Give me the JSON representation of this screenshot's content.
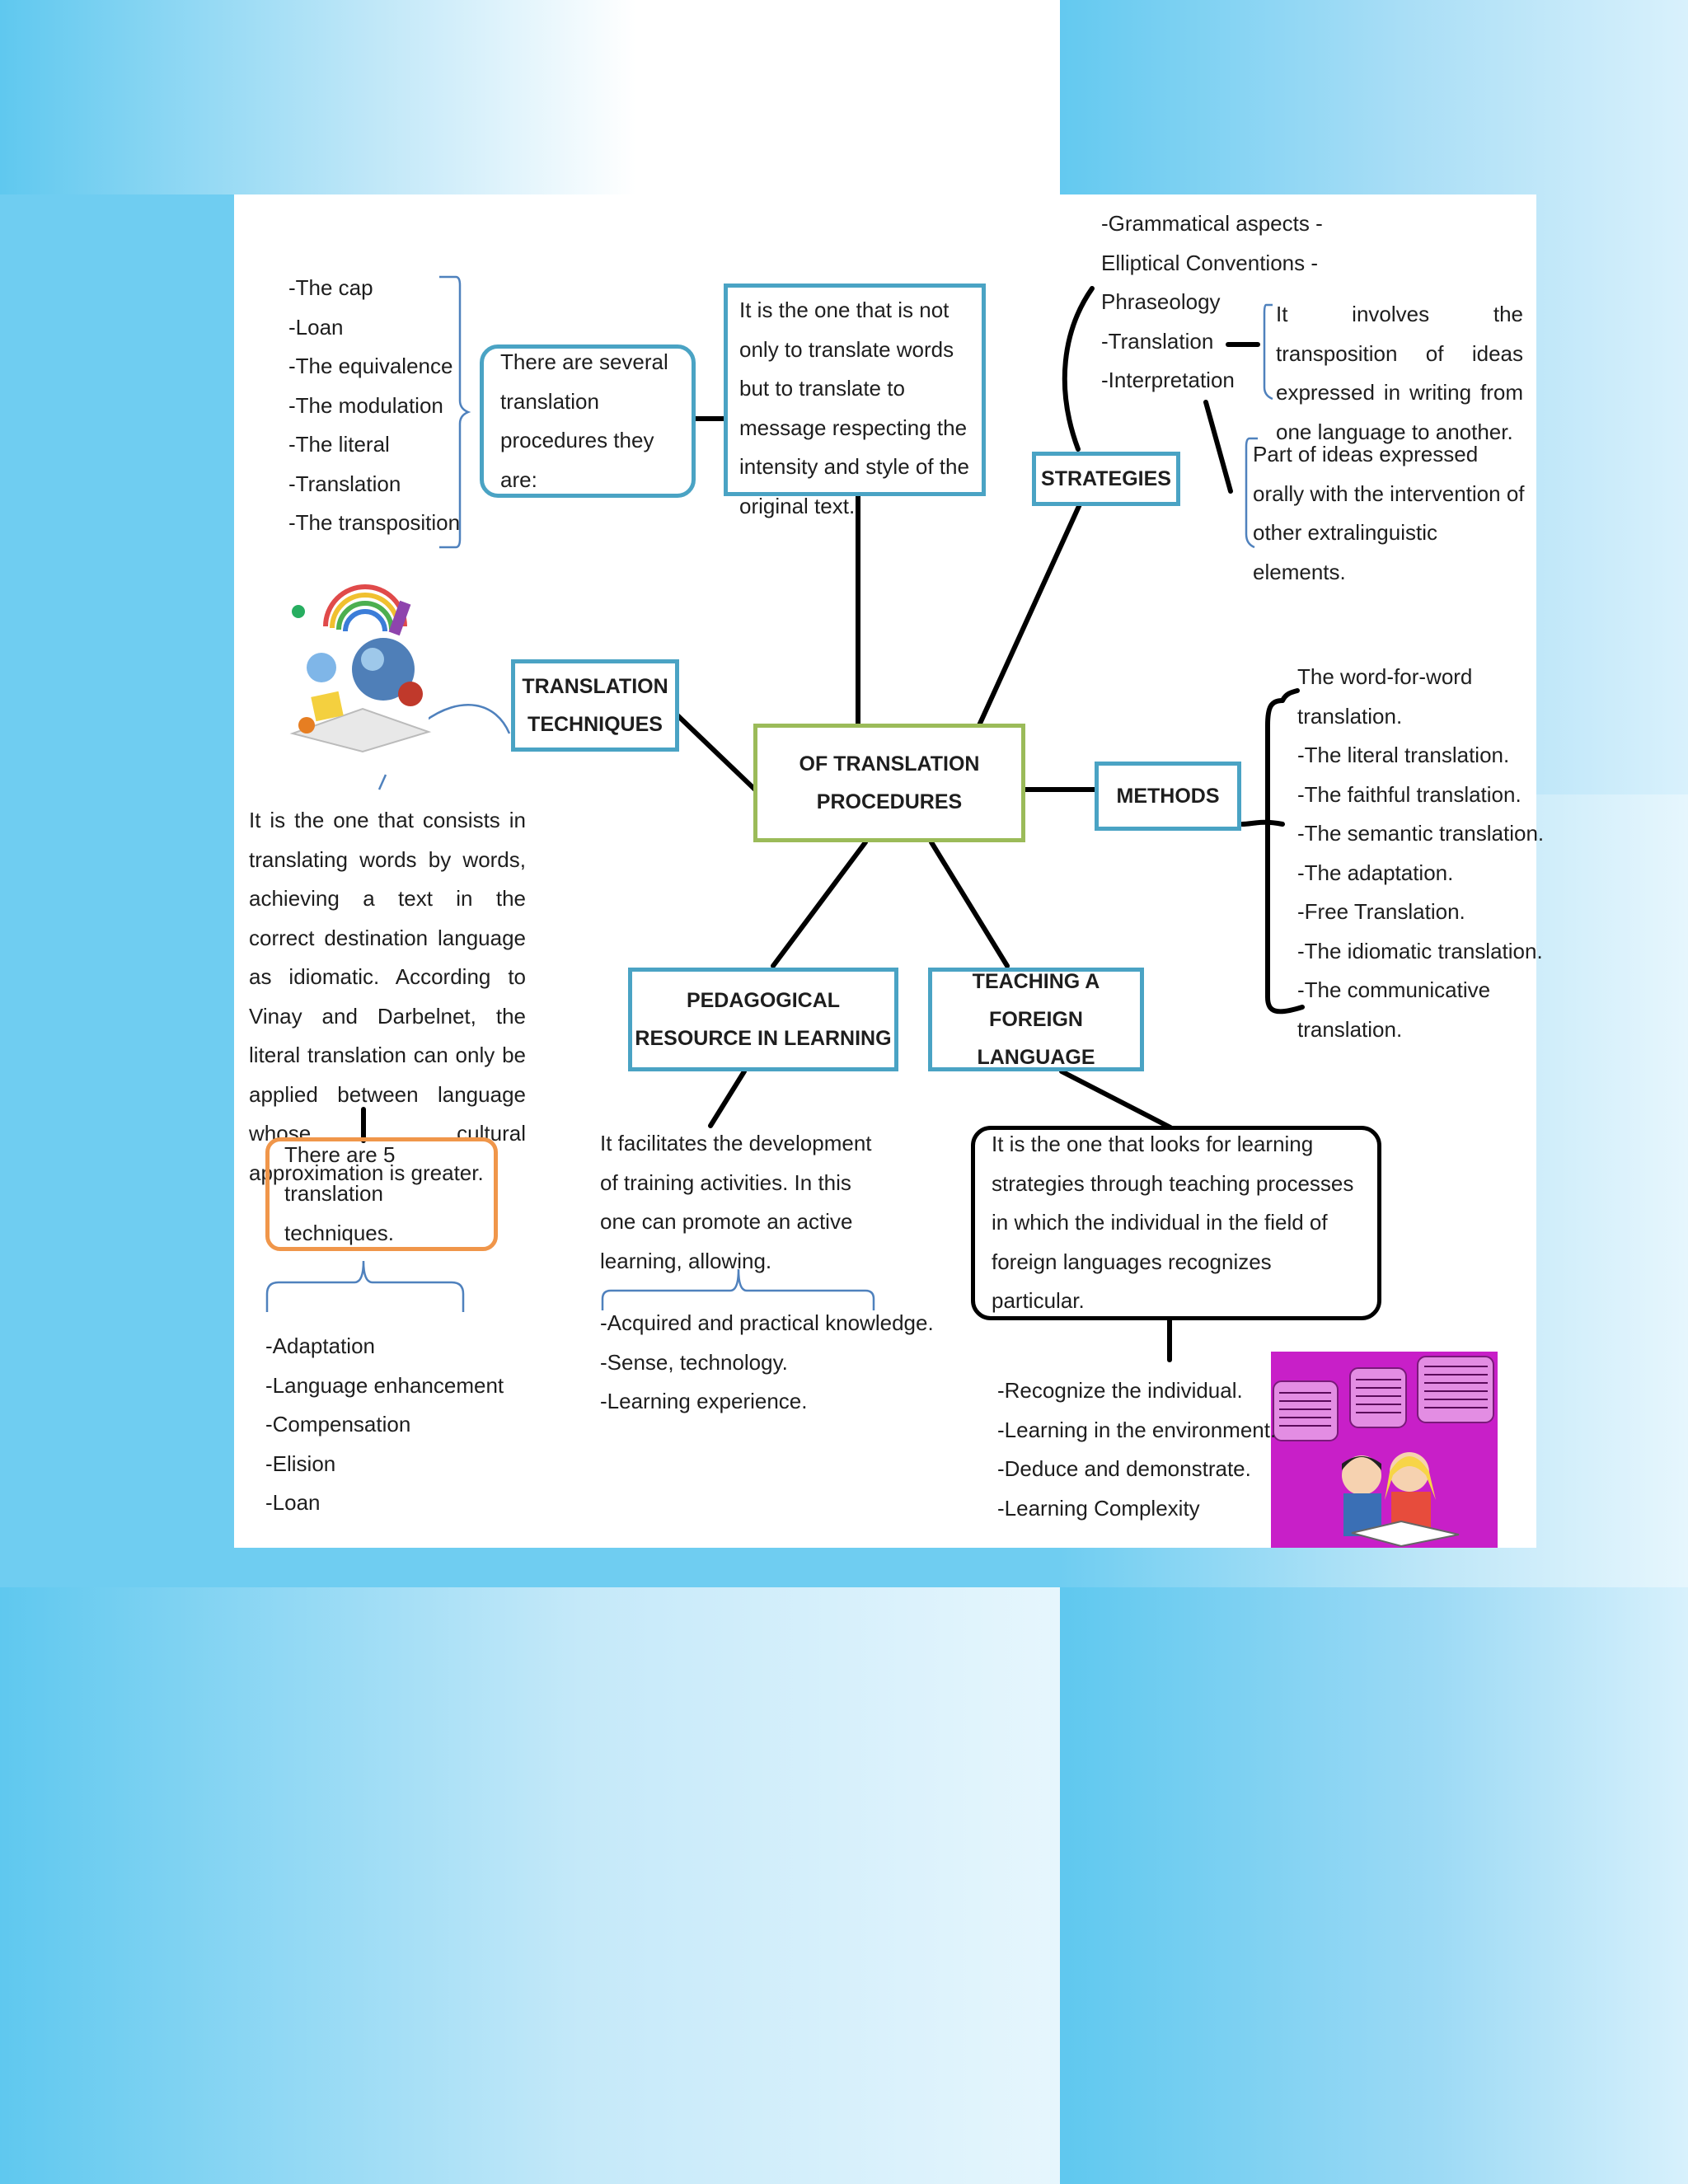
{
  "diagram": {
    "central": "OF TRANSLATION PROCEDURES",
    "strategies": {
      "label": "STRATEGIES",
      "items": [
        "-Grammatical aspects -",
        "Elliptical Conventions -",
        "Phraseology",
        "-Translation",
        "-Interpretation"
      ],
      "translation_def": "It involves the transposition of ideas expressed in writing from one language to another.",
      "interpretation_def": "Part of ideas expressed orally with the intervention of other extralinguistic elements."
    },
    "procedures_def": "It is the one that is not only to translate words but to translate to message respecting the intensity and style of the original text.",
    "procedures_intro": "There are several translation procedures they are:",
    "procedures_list": [
      "-The cap",
      "-Loan",
      "-The equivalence",
      "-The modulation",
      "-The literal",
      "-Translation",
      "-The transposition"
    ],
    "techniques": {
      "label": "TRANSLATION TECHNIQUES",
      "definition": "It is the one that consists in translating words by words, achieving a text in the correct destination language as idiomatic. According to Vinay and Darbelnet, the literal translation can only be applied between language whose cultural approximation is greater.",
      "count_note": "There are 5 translation techniques.",
      "list": [
        "-Adaptation",
        "-Language enhancement",
        "-Compensation",
        "-Elision",
        "-Loan"
      ]
    },
    "methods": {
      "label": "METHODS",
      "list": [
        "The word-for-word",
        "translation.",
        "-The literal translation.",
        "-The faithful translation.",
        "-The semantic translation.",
        "-The adaptation.",
        "-Free Translation.",
        "-The idiomatic translation.",
        "-The communicative",
        "translation."
      ]
    },
    "pedagogical": {
      "label": "PEDAGOGICAL RESOURCE IN LEARNING",
      "definition": "It facilitates the development of training activities. In this one can promote an active learning, allowing.",
      "list": [
        "-Acquired and practical knowledge.",
        "-Sense, technology.",
        "-Learning experience."
      ]
    },
    "teaching": {
      "label": "TEACHING A FOREIGN LANGUAGE",
      "definition": "It is the one that looks for learning strategies through teaching processes in which the individual in the field of foreign languages recognizes particular.",
      "list": [
        "-Recognize the individual.",
        "-Learning in the environment.",
        "-Deduce and demonstrate.",
        "-Learning Complexity"
      ]
    },
    "image_labels": {
      "left": "educational-collage-image",
      "right": "students-reading-cartoon-image"
    },
    "colors": {
      "background": "#5fc8ef",
      "box_blue": "#4aa3c4",
      "box_green": "#9bbb59",
      "box_orange": "#f0964a",
      "bracket": "#4f81bd",
      "connector": "#000000"
    }
  }
}
